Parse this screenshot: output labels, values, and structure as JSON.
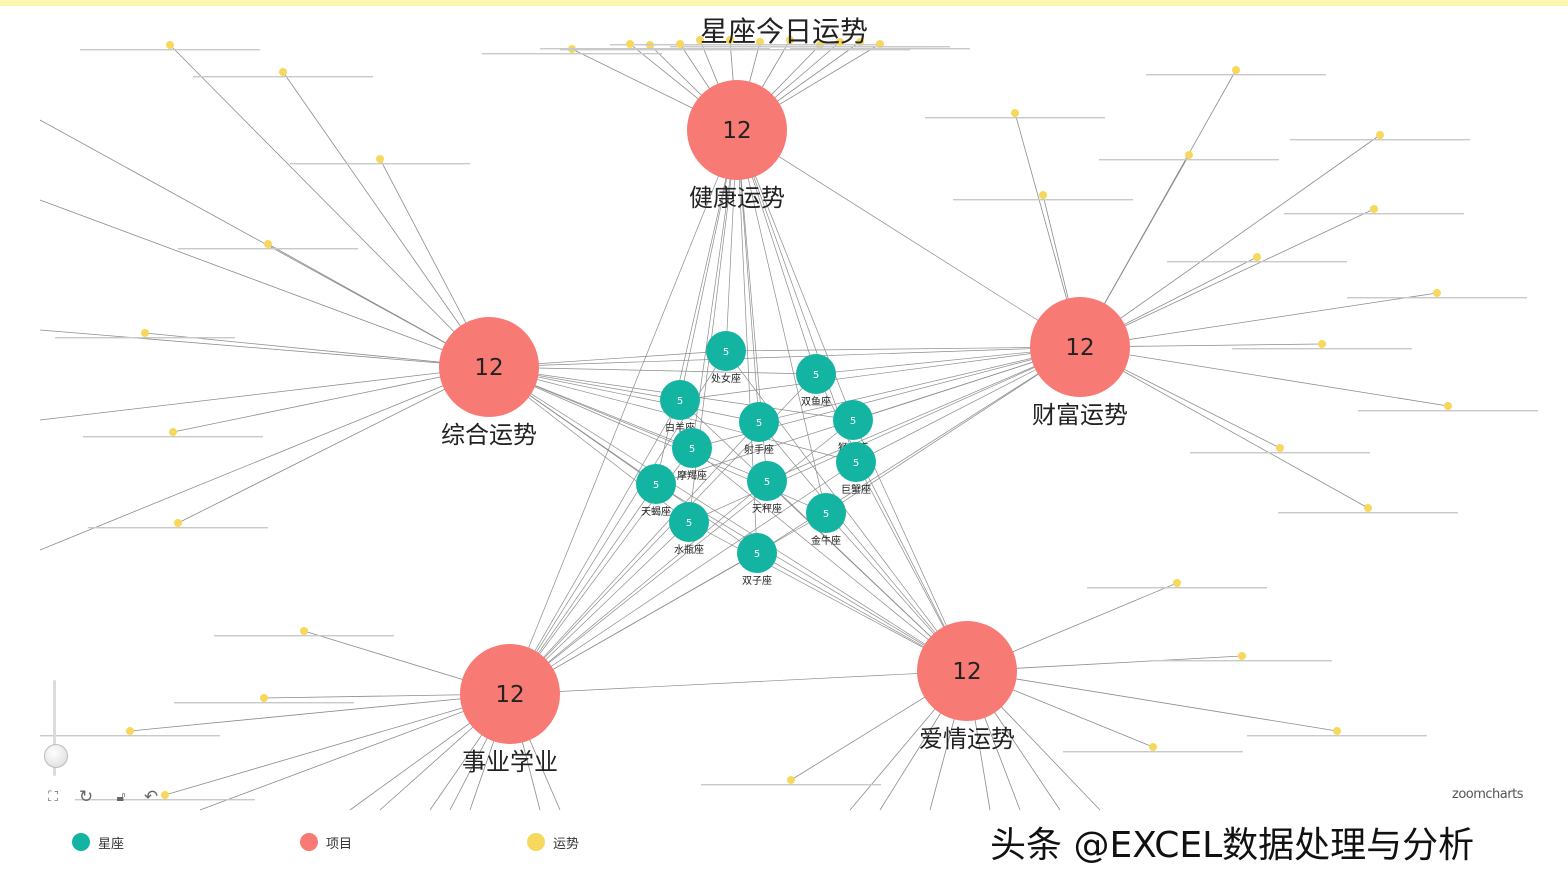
{
  "title": "星座今日运势",
  "colors": {
    "sign": "#14b4a3",
    "category": "#f87a74",
    "fortune": "#f6d85c",
    "edge": "#8c8c8c"
  },
  "categories": [
    {
      "id": "health",
      "label": "健康运势",
      "count": "12"
    },
    {
      "id": "general",
      "label": "综合运势",
      "count": "12"
    },
    {
      "id": "wealth",
      "label": "财富运势",
      "count": "12"
    },
    {
      "id": "career",
      "label": "事业学业",
      "count": "12"
    },
    {
      "id": "love",
      "label": "爱情运势",
      "count": "12"
    }
  ],
  "signs": [
    {
      "label": "处女座",
      "count": "5"
    },
    {
      "label": "双鱼座",
      "count": "5"
    },
    {
      "label": "白羊座",
      "count": "5"
    },
    {
      "label": "射手座",
      "count": "5"
    },
    {
      "label": "狮子座",
      "count": "5"
    },
    {
      "label": "摩羯座",
      "count": "5"
    },
    {
      "label": "巨蟹座",
      "count": "5"
    },
    {
      "label": "天蝎座",
      "count": "5"
    },
    {
      "label": "天秤座",
      "count": "5"
    },
    {
      "label": "金牛座",
      "count": "5"
    },
    {
      "label": "水瓶座",
      "count": "5"
    },
    {
      "label": "双子座",
      "count": "5"
    }
  ],
  "legend": [
    {
      "label": "星座",
      "color": "#14b4a3"
    },
    {
      "label": "项目",
      "color": "#f87a74"
    },
    {
      "label": "运势",
      "color": "#f6d85c"
    }
  ],
  "toolbar": {
    "fit_icon": "fit-screen-icon",
    "refresh_icon": "refresh-icon",
    "lock_icon": "lock-icon",
    "back_icon": "back-icon"
  },
  "brand": "zoomcharts",
  "watermark": "头条 @EXCEL数据处理与分析"
}
